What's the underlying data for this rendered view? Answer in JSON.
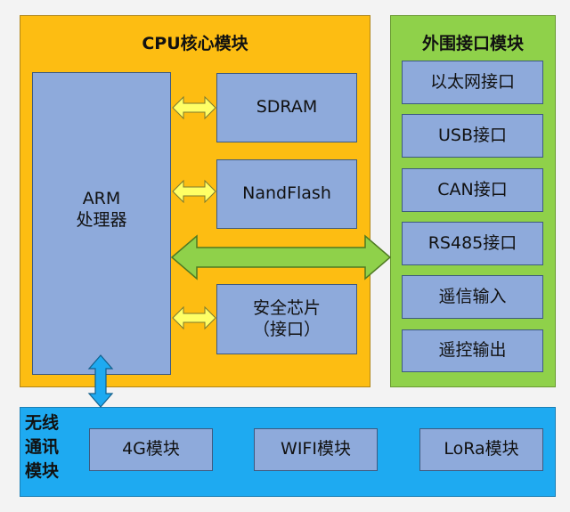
{
  "cpu_module": {
    "title": "CPU核心模块",
    "processor": {
      "line1": "ARM",
      "line2": "处理器"
    },
    "sdram": "SDRAM",
    "nandflash": "NandFlash",
    "security_chip": {
      "line1": "安全芯片",
      "line2": "（接口）"
    }
  },
  "peripheral_module": {
    "title": "外围接口模块",
    "items": [
      "以太网接口",
      "USB接口",
      "CAN接口",
      "RS485接口",
      "遥信输入",
      "遥控输出"
    ]
  },
  "wireless_module": {
    "title_lines": [
      "无线",
      "通讯",
      "模块"
    ],
    "items": [
      "4G模块",
      "WIFI模块",
      "LoRa模块"
    ]
  },
  "colors": {
    "cpu_background": "#fdbd12",
    "peripheral_background": "#8fd14a",
    "wireless_background": "#1eaaf1",
    "box_fill": "#8eaadb",
    "small_arrow": "#ffff66",
    "bus_arrow": "#8fd14a",
    "wireless_arrow": "#1eaaf1"
  }
}
